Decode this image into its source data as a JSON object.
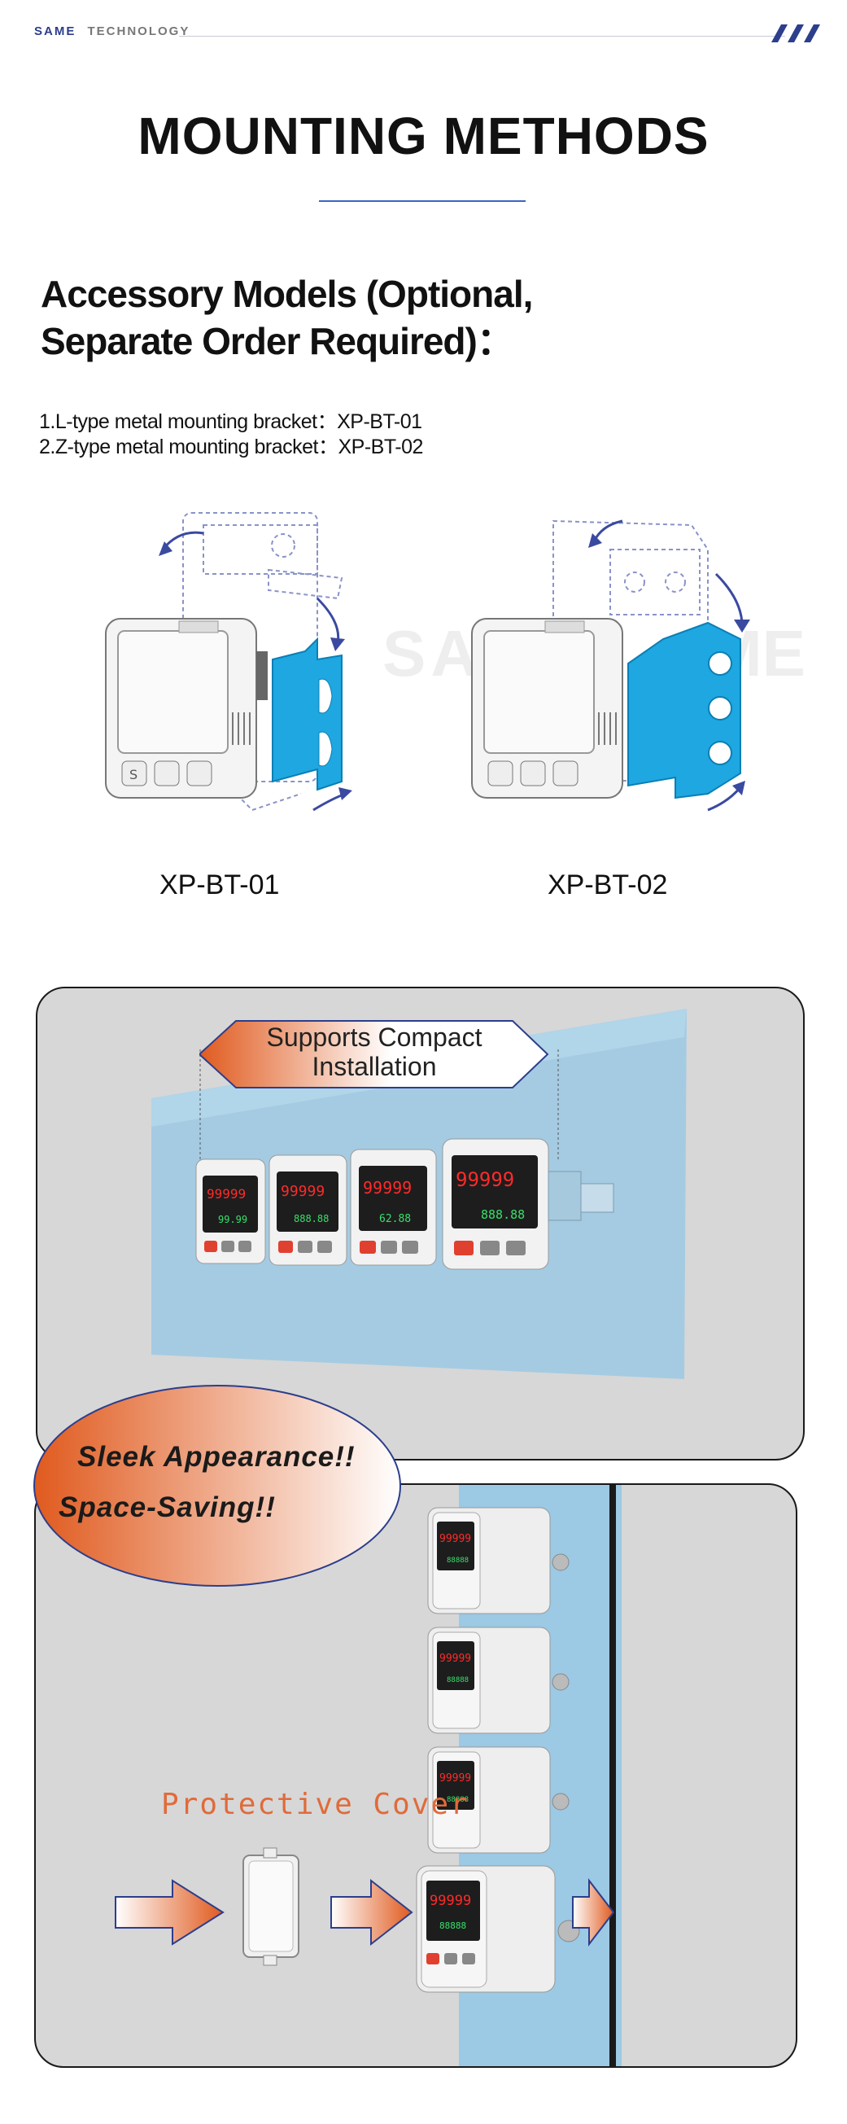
{
  "header": {
    "brand_bold": "SAME",
    "brand_rest": "TECHNOLOGY",
    "accent_color": "#2c3e8c"
  },
  "page_title": "MOUNTING METHODS",
  "accessory": {
    "heading_line1": "Accessory Models (Optional,",
    "heading_line2": "Separate Order Required)：",
    "items": [
      "1.L-type metal mounting bracket：XP-BT-01",
      "2.Z-type metal mounting bracket：XP-BT-02"
    ]
  },
  "products": [
    {
      "model": "XP-BT-01",
      "bracket_color": "#1ea7e1"
    },
    {
      "model": "XP-BT-02",
      "bracket_color": "#1ea7e1"
    }
  ],
  "watermark": "SAME  SAME",
  "panel_compact": {
    "label_line1": "Supports Compact",
    "label_line2": "Installation",
    "display_digits": [
      "99999",
      "99999",
      "99999",
      "99999"
    ],
    "sub_digits": [
      "99.99",
      "888.88",
      "62.88",
      "888.88"
    ]
  },
  "panel_sleek": {
    "badge_line1": "Sleek Appearance!!",
    "badge_line2": "Space-Saving!!",
    "protective_label": "Protective Cover",
    "gradient_colors": [
      "#e05a1e",
      "#ffffff"
    ]
  }
}
